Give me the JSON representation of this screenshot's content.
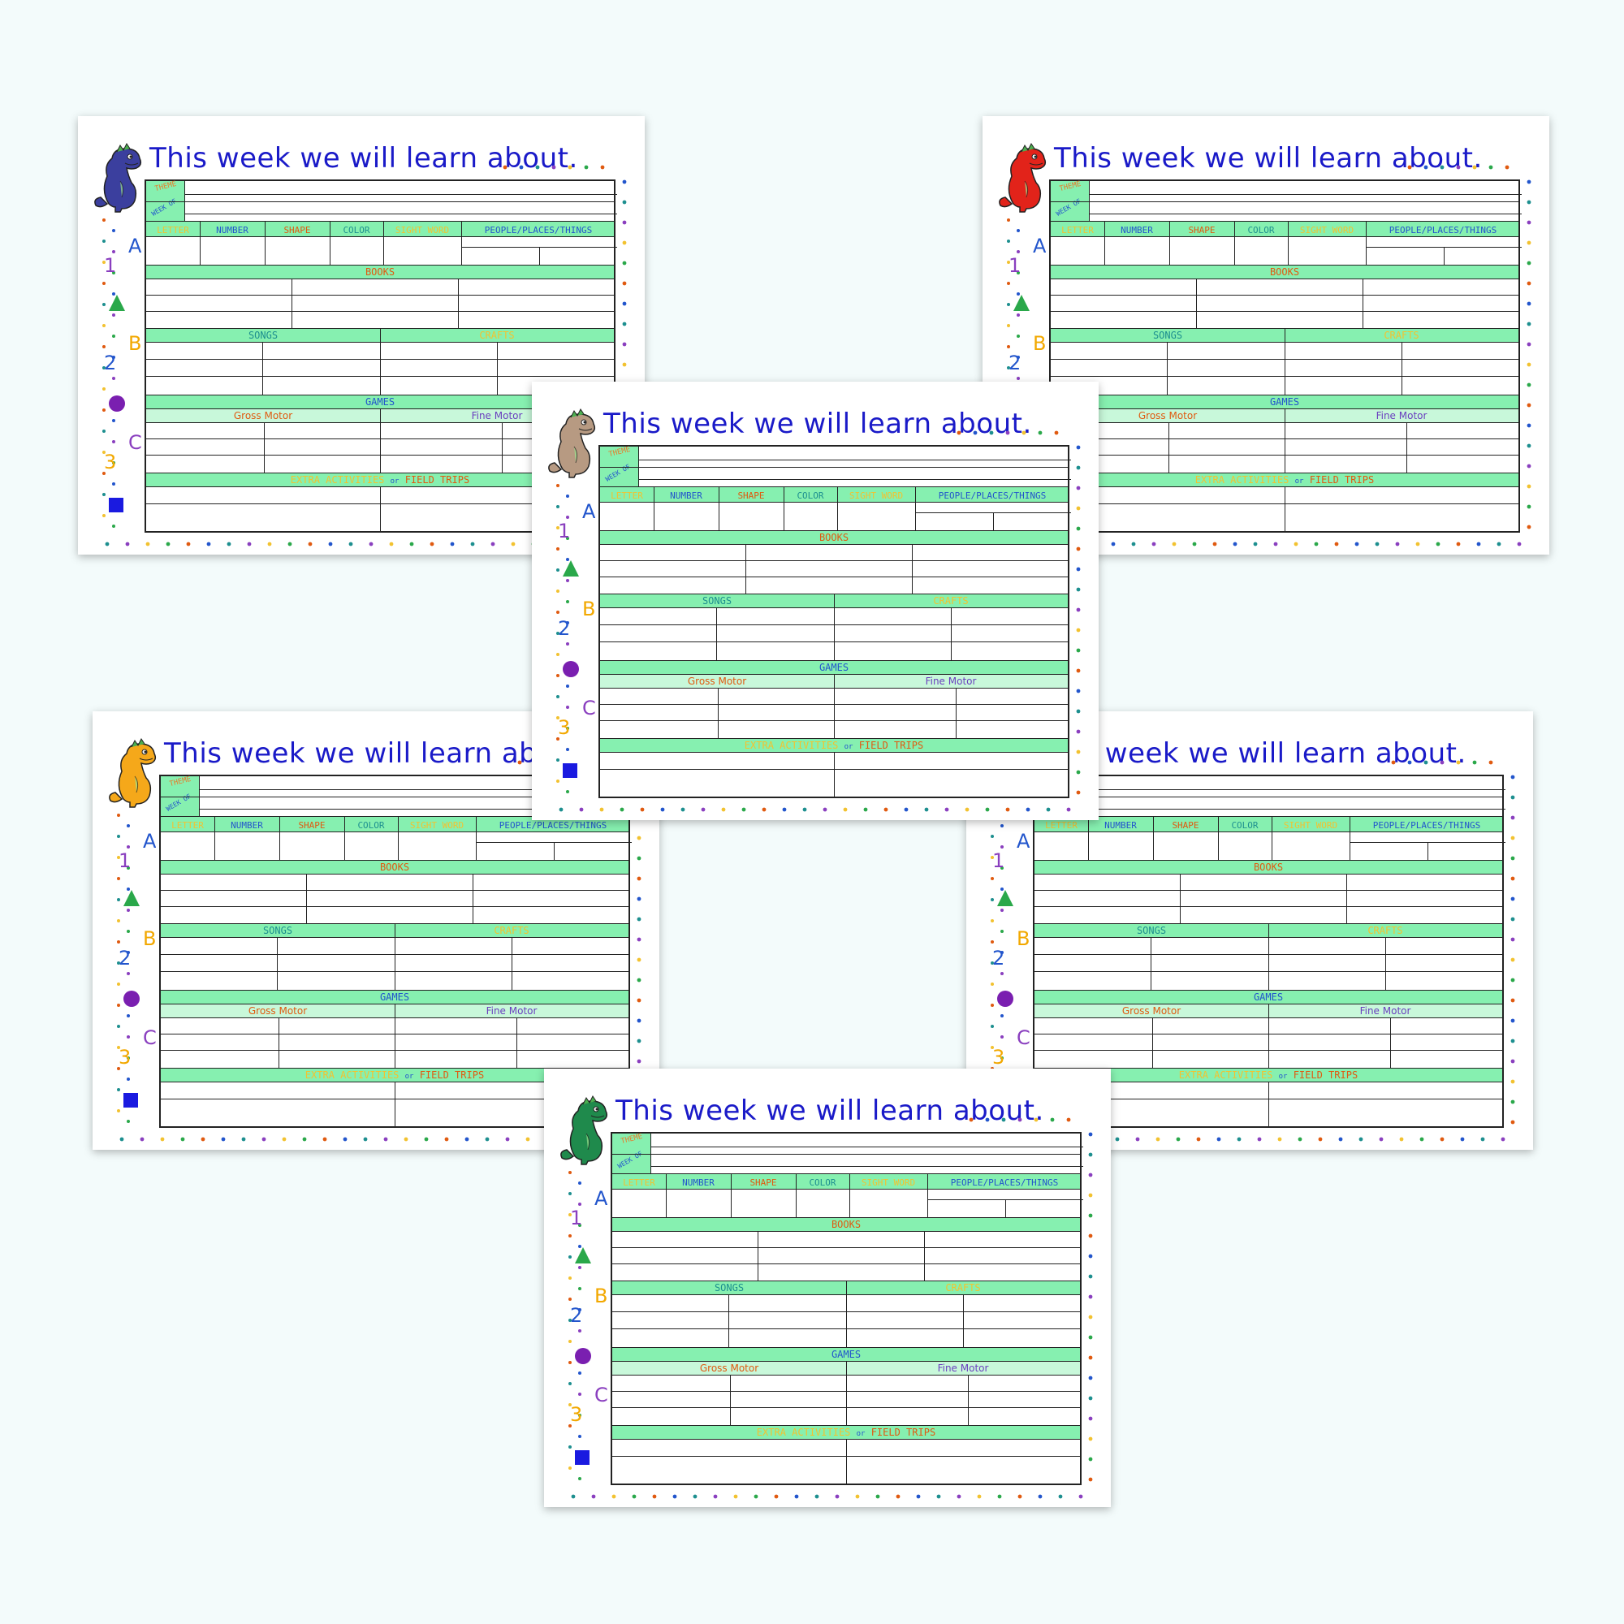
{
  "pages": [
    {
      "dino_color": "#3b3f9e"
    },
    {
      "dino_color": "#e2231a"
    },
    {
      "dino_color": "#27c1b4"
    },
    {
      "dino_color": "#f5a81a"
    },
    {
      "dino_color": "#b79a82"
    },
    {
      "dino_color": "#1f8a4c"
    }
  ],
  "form": {
    "title": "This week we will learn about.",
    "theme_label": "THEME",
    "week_label": "WEEK OF",
    "columns": [
      "LETTER",
      "NUMBER",
      "SHAPE",
      "COLOR",
      "SIGHT WORD",
      "PEOPLE/PLACES/THINGS"
    ],
    "books": "BOOKS",
    "songs": "SONGS",
    "crafts": "CRAFTS",
    "games": "GAMES",
    "gross_motor": "Gross Motor",
    "fine_motor": "Fine Motor",
    "extra": "EXTRA ACTIVITIES",
    "or": "or",
    "field_trips": "FIELD TRIPS"
  },
  "side_labels": [
    "A",
    "1",
    "B",
    "2",
    "C",
    "3"
  ],
  "colors": {
    "title": "#1a1ac8",
    "theme": "#e87a2a",
    "letter": "#f2c230",
    "number": "#2255cc",
    "shape": "#e05a10",
    "color_col": "#1d8f8f",
    "sight": "#f2c230",
    "people": "#2255cc",
    "books": "#e05a10",
    "songs": "#1d8f8f",
    "crafts": "#f2c230",
    "games": "#2255cc",
    "gross": "#e05a10",
    "fine": "#6a3fbf",
    "extra": "#f2c230",
    "field": "#e05a10",
    "bar": "#86f0b0",
    "subbar": "#c8f8da"
  },
  "dot_colors": [
    "#e05a10",
    "#2255cc",
    "#1d8f8f",
    "#8a3fbf",
    "#f2c230",
    "#2aa84a"
  ]
}
